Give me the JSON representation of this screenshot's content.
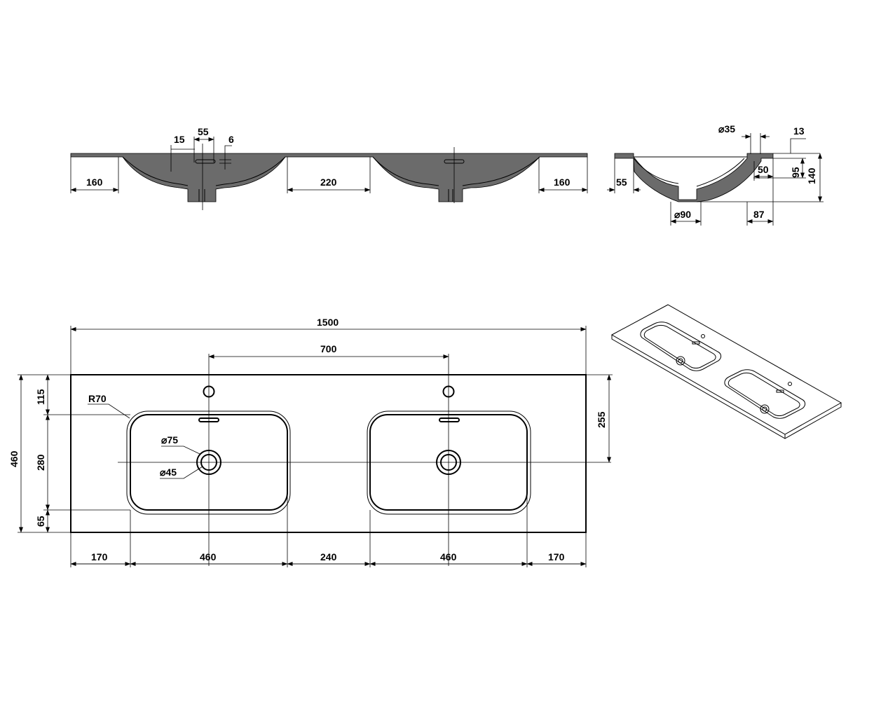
{
  "front_view": {
    "dims": {
      "overflow_offset": "15",
      "overflow_width": "55",
      "overflow_height": "6",
      "left_edge": "160",
      "between_bowls": "220",
      "right_edge": "160"
    }
  },
  "side_view": {
    "dims": {
      "tap_hole": "35",
      "ledge": "13",
      "back_depth": "50",
      "bowl_depth": "95",
      "total_height": "140",
      "front_edge": "55",
      "drain": "90",
      "back_width": "87"
    },
    "diameter_symbol": "⌀"
  },
  "plan_view": {
    "dims": {
      "total_width": "1500",
      "tap_spacing": "700",
      "corner_radius": "R70",
      "overflow_ring": "75",
      "drain_hole": "45",
      "depth": "460",
      "front_margin": "115",
      "basin_depth": "280",
      "back_margin": "65",
      "drain_offset": "255",
      "left_margin": "170",
      "basin_width_left": "460",
      "middle_gap": "240",
      "basin_width_right": "460",
      "right_margin": "170",
      "center_mark_left": "460",
      "center_mark_right": "460"
    },
    "diameter_symbol": "⌀"
  }
}
